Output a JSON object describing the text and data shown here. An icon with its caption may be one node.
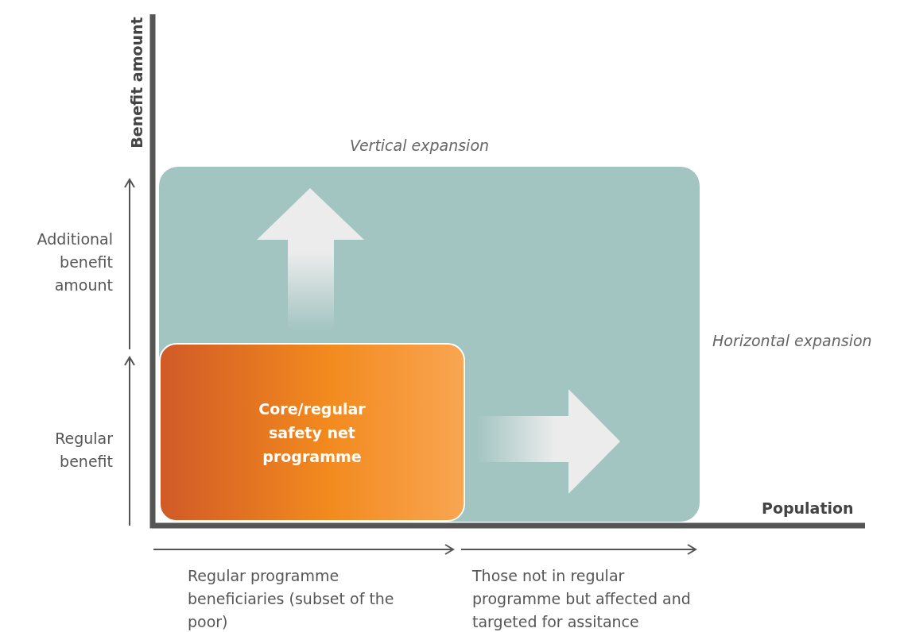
{
  "diagram": {
    "nodes": [
      {
        "text": [],
        "shape": "box",
        "beside": [
          "Vertical expansion",
          "Horizontal expansion"
        ]
      },
      {
        "text": [
          "Core/regular safety net programme"
        ],
        "in": 0
      }
    ],
    "edges": [],
    "labels": [
      "Benefit amount",
      "Additional benefit amount",
      "Regular benefit",
      "Population",
      "Regular programme beneficiaries (subset of the poor)",
      "Those not in regular programme but affected and targeted for assitance"
    ]
  }
}
